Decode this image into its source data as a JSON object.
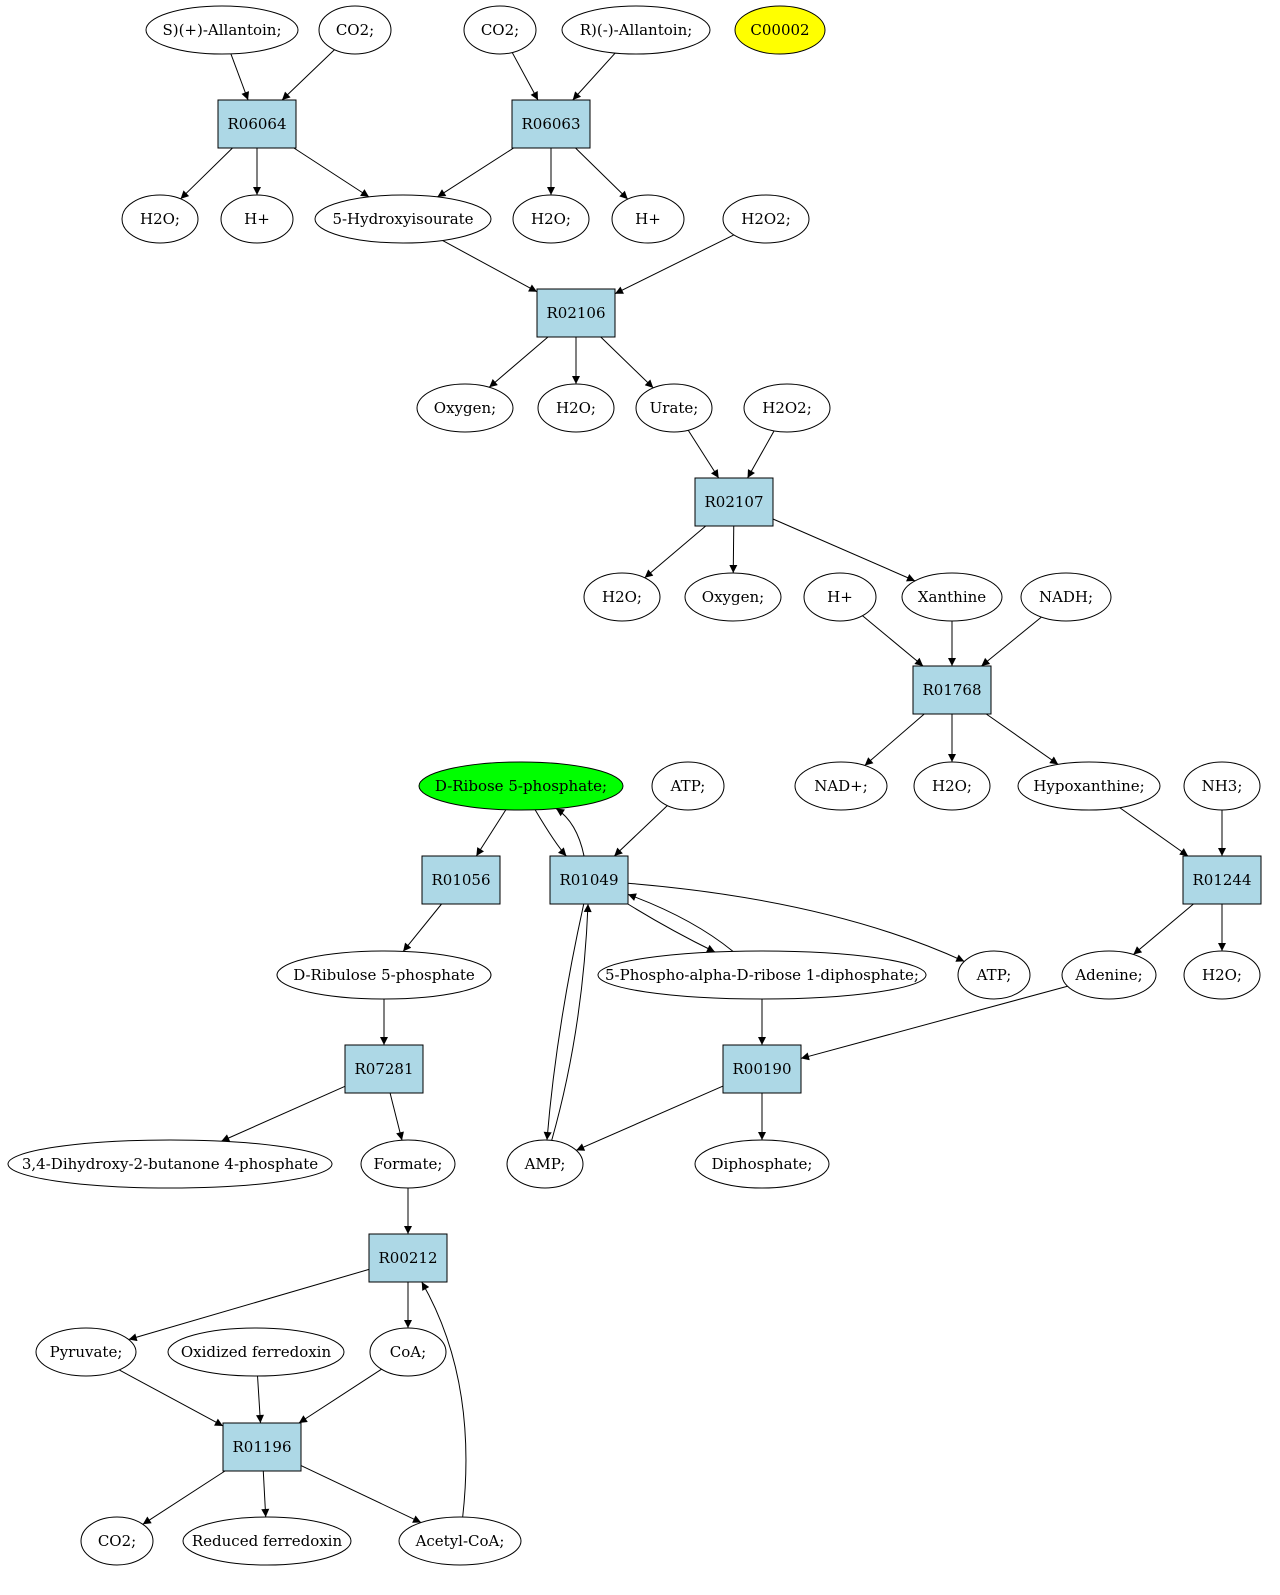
{
  "colors": {
    "reaction_fill": "#add8e6",
    "compound_fill": "#ffffff",
    "highlight_yellow": "#ffff00",
    "highlight_green": "#00ff00",
    "stroke": "#000000"
  },
  "nodes": {
    "s_allantoin": {
      "label": "S)(+)-Allantoin;",
      "kind": "compound"
    },
    "co2_a": {
      "label": "CO2;",
      "kind": "compound"
    },
    "co2_b": {
      "label": "CO2;",
      "kind": "compound"
    },
    "r_allantoin": {
      "label": "R)(-)-Allantoin;",
      "kind": "compound"
    },
    "c00002": {
      "label": "C00002",
      "kind": "compound",
      "highlight": "yellow"
    },
    "R06064": {
      "label": "R06064",
      "kind": "reaction"
    },
    "R06063": {
      "label": "R06063",
      "kind": "reaction"
    },
    "h2o_a": {
      "label": "H2O;",
      "kind": "compound"
    },
    "hplus_a": {
      "label": "H+",
      "kind": "compound"
    },
    "hydroxyisourate": {
      "label": "5-Hydroxyisourate",
      "kind": "compound"
    },
    "h2o_b": {
      "label": "H2O;",
      "kind": "compound"
    },
    "hplus_b": {
      "label": "H+",
      "kind": "compound"
    },
    "h2o2_a": {
      "label": "H2O2;",
      "kind": "compound"
    },
    "R02106": {
      "label": "R02106",
      "kind": "reaction"
    },
    "oxygen_a": {
      "label": "Oxygen;",
      "kind": "compound"
    },
    "h2o_c": {
      "label": "H2O;",
      "kind": "compound"
    },
    "urate": {
      "label": "Urate;",
      "kind": "compound"
    },
    "h2o2_b": {
      "label": "H2O2;",
      "kind": "compound"
    },
    "R02107": {
      "label": "R02107",
      "kind": "reaction"
    },
    "h2o_d": {
      "label": "H2O;",
      "kind": "compound"
    },
    "oxygen_b": {
      "label": "Oxygen;",
      "kind": "compound"
    },
    "hplus_c": {
      "label": "H+",
      "kind": "compound"
    },
    "xanthine": {
      "label": "Xanthine",
      "kind": "compound"
    },
    "nadh": {
      "label": "NADH;",
      "kind": "compound"
    },
    "R01768": {
      "label": "R01768",
      "kind": "reaction"
    },
    "nadplus": {
      "label": "NAD+;",
      "kind": "compound"
    },
    "h2o_e": {
      "label": "H2O;",
      "kind": "compound"
    },
    "hypoxanthine": {
      "label": "Hypoxanthine;",
      "kind": "compound"
    },
    "nh3": {
      "label": "NH3;",
      "kind": "compound"
    },
    "ribose5p": {
      "label": "D-Ribose 5-phosphate;",
      "kind": "compound",
      "highlight": "green"
    },
    "atp_a": {
      "label": "ATP;",
      "kind": "compound"
    },
    "R01056": {
      "label": "R01056",
      "kind": "reaction"
    },
    "R01049": {
      "label": "R01049",
      "kind": "reaction"
    },
    "R01244": {
      "label": "R01244",
      "kind": "reaction"
    },
    "ribulose5p": {
      "label": "D-Ribulose 5-phosphate",
      "kind": "compound"
    },
    "prpp": {
      "label": "5-Phospho-alpha-D-ribose 1-diphosphate;",
      "kind": "compound"
    },
    "atp_b": {
      "label": "ATP;",
      "kind": "compound"
    },
    "adenine": {
      "label": "Adenine;",
      "kind": "compound"
    },
    "h2o_f": {
      "label": "H2O;",
      "kind": "compound"
    },
    "R07281": {
      "label": "R07281",
      "kind": "reaction"
    },
    "R00190": {
      "label": "R00190",
      "kind": "reaction"
    },
    "dhbp": {
      "label": "3,4-Dihydroxy-2-butanone 4-phosphate",
      "kind": "compound"
    },
    "formate": {
      "label": "Formate;",
      "kind": "compound"
    },
    "amp": {
      "label": "AMP;",
      "kind": "compound"
    },
    "diphosphate": {
      "label": "Diphosphate;",
      "kind": "compound"
    },
    "R00212": {
      "label": "R00212",
      "kind": "reaction"
    },
    "pyruvate": {
      "label": "Pyruvate;",
      "kind": "compound"
    },
    "oxferredoxin": {
      "label": "Oxidized ferredoxin",
      "kind": "compound"
    },
    "coa": {
      "label": "CoA;",
      "kind": "compound"
    },
    "R01196": {
      "label": "R01196",
      "kind": "reaction"
    },
    "co2_c": {
      "label": "CO2;",
      "kind": "compound"
    },
    "redferredoxin": {
      "label": "Reduced ferredoxin",
      "kind": "compound"
    },
    "acetylcoa": {
      "label": "Acetyl-CoA;",
      "kind": "compound"
    }
  },
  "edges": [
    [
      "s_allantoin",
      "R06064"
    ],
    [
      "co2_a",
      "R06064"
    ],
    [
      "co2_b",
      "R06063"
    ],
    [
      "r_allantoin",
      "R06063"
    ],
    [
      "R06064",
      "h2o_a"
    ],
    [
      "R06064",
      "hplus_a"
    ],
    [
      "R06064",
      "hydroxyisourate"
    ],
    [
      "R06063",
      "hydroxyisourate"
    ],
    [
      "R06063",
      "h2o_b"
    ],
    [
      "R06063",
      "hplus_b"
    ],
    [
      "hydroxyisourate",
      "R02106"
    ],
    [
      "h2o2_a",
      "R02106"
    ],
    [
      "R02106",
      "oxygen_a"
    ],
    [
      "R02106",
      "h2o_c"
    ],
    [
      "R02106",
      "urate"
    ],
    [
      "urate",
      "R02107"
    ],
    [
      "h2o2_b",
      "R02107"
    ],
    [
      "R02107",
      "h2o_d"
    ],
    [
      "R02107",
      "oxygen_b"
    ],
    [
      "R02107",
      "xanthine"
    ],
    [
      "hplus_c",
      "R01768"
    ],
    [
      "xanthine",
      "R01768"
    ],
    [
      "nadh",
      "R01768"
    ],
    [
      "R01768",
      "nadplus"
    ],
    [
      "R01768",
      "h2o_e"
    ],
    [
      "R01768",
      "hypoxanthine"
    ],
    [
      "hypoxanthine",
      "R01244"
    ],
    [
      "nh3",
      "R01244"
    ],
    [
      "R01244",
      "adenine"
    ],
    [
      "R01244",
      "h2o_f"
    ],
    [
      "ribose5p",
      "R01056"
    ],
    [
      "ribose5p",
      "R01049"
    ],
    [
      "R01049",
      "ribose5p"
    ],
    [
      "atp_a",
      "R01049"
    ],
    [
      "R01049",
      "atp_b"
    ],
    [
      "R01049",
      "prpp"
    ],
    [
      "prpp",
      "R01049"
    ],
    [
      "R01049",
      "amp"
    ],
    [
      "amp",
      "R01049"
    ],
    [
      "R01056",
      "ribulose5p"
    ],
    [
      "ribulose5p",
      "R07281"
    ],
    [
      "R07281",
      "dhbp"
    ],
    [
      "R07281",
      "formate"
    ],
    [
      "prpp",
      "R00190"
    ],
    [
      "adenine",
      "R00190"
    ],
    [
      "R00190",
      "amp"
    ],
    [
      "R00190",
      "diphosphate"
    ],
    [
      "formate",
      "R00212"
    ],
    [
      "R00212",
      "pyruvate"
    ],
    [
      "R00212",
      "coa"
    ],
    [
      "pyruvate",
      "R01196"
    ],
    [
      "oxferredoxin",
      "R01196"
    ],
    [
      "coa",
      "R01196"
    ],
    [
      "R01196",
      "co2_c"
    ],
    [
      "R01196",
      "redferredoxin"
    ],
    [
      "R01196",
      "acetylcoa"
    ],
    [
      "acetylcoa",
      "R00212"
    ]
  ]
}
